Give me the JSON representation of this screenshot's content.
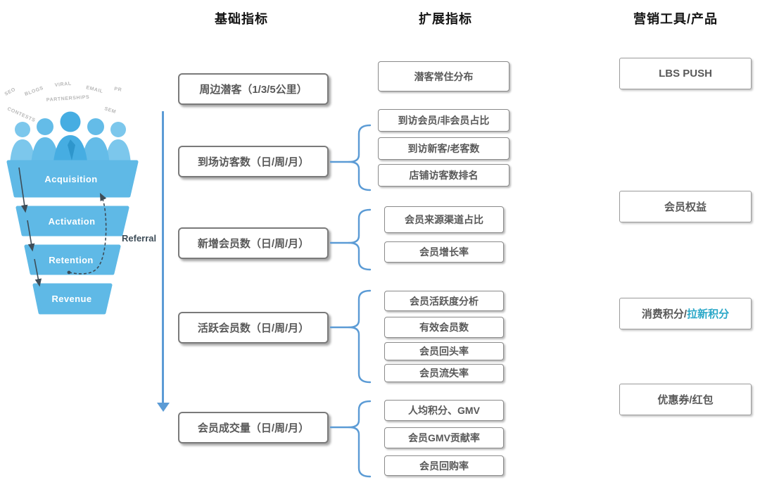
{
  "headers": {
    "basic": "基础指标",
    "extended": "扩展指标",
    "tools": "营销工具/产品"
  },
  "funnel": {
    "channels": [
      "SEO",
      "BLOGS",
      "VIRAL",
      "PARTNERSHIPS",
      "EMAIL",
      "PR",
      "CONTESTS",
      "SEM"
    ],
    "stages": [
      "Acquisition",
      "Activation",
      "Retention",
      "Revenue"
    ],
    "referral_label": "Referral"
  },
  "basic_metrics": [
    "周边潜客（1/3/5公里）",
    "到场访客数（日/周/月）",
    "新增会员数（日/周/月）",
    "活跃会员数（日/周/月）",
    "会员成交量（日/周/月）"
  ],
  "extended_metrics": [
    [
      "潜客常住分布"
    ],
    [
      "到访会员/非会员占比",
      "到访新客/老客数",
      "店铺访客数排名"
    ],
    [
      "会员来源渠道占比",
      "会员增长率"
    ],
    [
      "会员活跃度分析",
      "有效会员数",
      "会员回头率",
      "会员流失率"
    ],
    [
      "人均积分、GMV",
      "会员GMV贡献率",
      "会员回购率"
    ]
  ],
  "marketing_tools": {
    "lbs_push": "LBS PUSH",
    "member_rights": "会员权益",
    "points_consume": "消费积分/",
    "points_acquire": "拉新积分",
    "coupon": "优惠券/红包"
  },
  "colors": {
    "connector_blue": "#5B9BD5",
    "highlight_teal": "#2BA8C8",
    "funnel_blue": "#5FB9E6",
    "box_text_gray": "#595959"
  }
}
